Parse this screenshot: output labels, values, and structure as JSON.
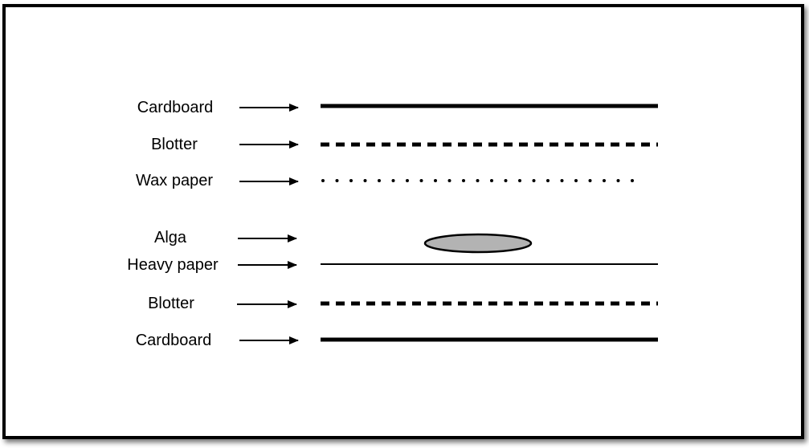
{
  "diagram": {
    "layers": [
      {
        "label": "Cardboard",
        "style": "solid-thick"
      },
      {
        "label": "Blotter",
        "style": "dashed"
      },
      {
        "label": "Wax paper",
        "style": "dotted"
      },
      {
        "label": "Alga",
        "style": "ellipse"
      },
      {
        "label": "Heavy paper",
        "style": "solid-thin"
      },
      {
        "label": "Blotter",
        "style": "dashed"
      },
      {
        "label": "Cardboard",
        "style": "solid-thick"
      }
    ],
    "colors": {
      "line": "#000000",
      "alga_fill": "#b3b3b3",
      "background": "#ffffff"
    }
  }
}
